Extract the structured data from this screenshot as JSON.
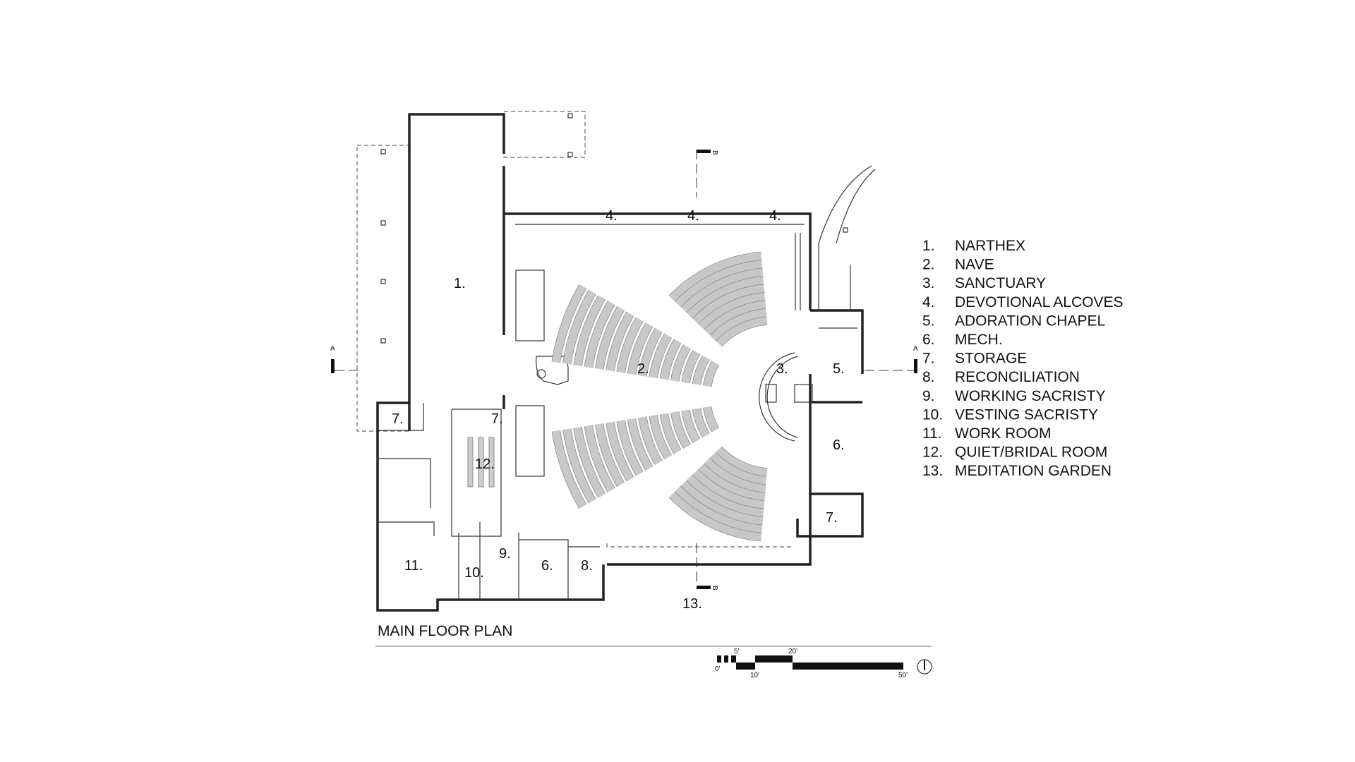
{
  "title": "MAIN FLOOR PLAN",
  "room_labels": {
    "narthex": "1.",
    "nave": "2.",
    "sanctuary": "3.",
    "alcove": "4.",
    "adoration": "5.",
    "mech": "6.",
    "storage": "7.",
    "reconciliation": "8.",
    "working_sacristy": "9.",
    "vesting_sacristy": "10.",
    "work_room": "11.",
    "quiet_room": "12.",
    "garden": "13."
  },
  "legend": [
    {
      "num": "1.",
      "name": "NARTHEX"
    },
    {
      "num": "2.",
      "name": "NAVE"
    },
    {
      "num": "3.",
      "name": "SANCTUARY"
    },
    {
      "num": "4.",
      "name": "DEVOTIONAL ALCOVES"
    },
    {
      "num": "5.",
      "name": "ADORATION CHAPEL"
    },
    {
      "num": "6.",
      "name": "MECH."
    },
    {
      "num": "7.",
      "name": "STORAGE"
    },
    {
      "num": "8.",
      "name": "RECONCILIATION"
    },
    {
      "num": "9.",
      "name": "WORKING SACRISTY"
    },
    {
      "num": "10.",
      "name": "VESTING SACRISTY"
    },
    {
      "num": "11.",
      "name": "WORK ROOM"
    },
    {
      "num": "12.",
      "name": "QUIET/BRIDAL ROOM"
    },
    {
      "num": "13.",
      "name": "MEDITATION GARDEN"
    }
  ],
  "sections": {
    "a": "A",
    "b": "B"
  },
  "scale_bar": {
    "t0": "0'",
    "t5": "5'",
    "t10": "10'",
    "t20": "20'",
    "t50": "50'"
  }
}
